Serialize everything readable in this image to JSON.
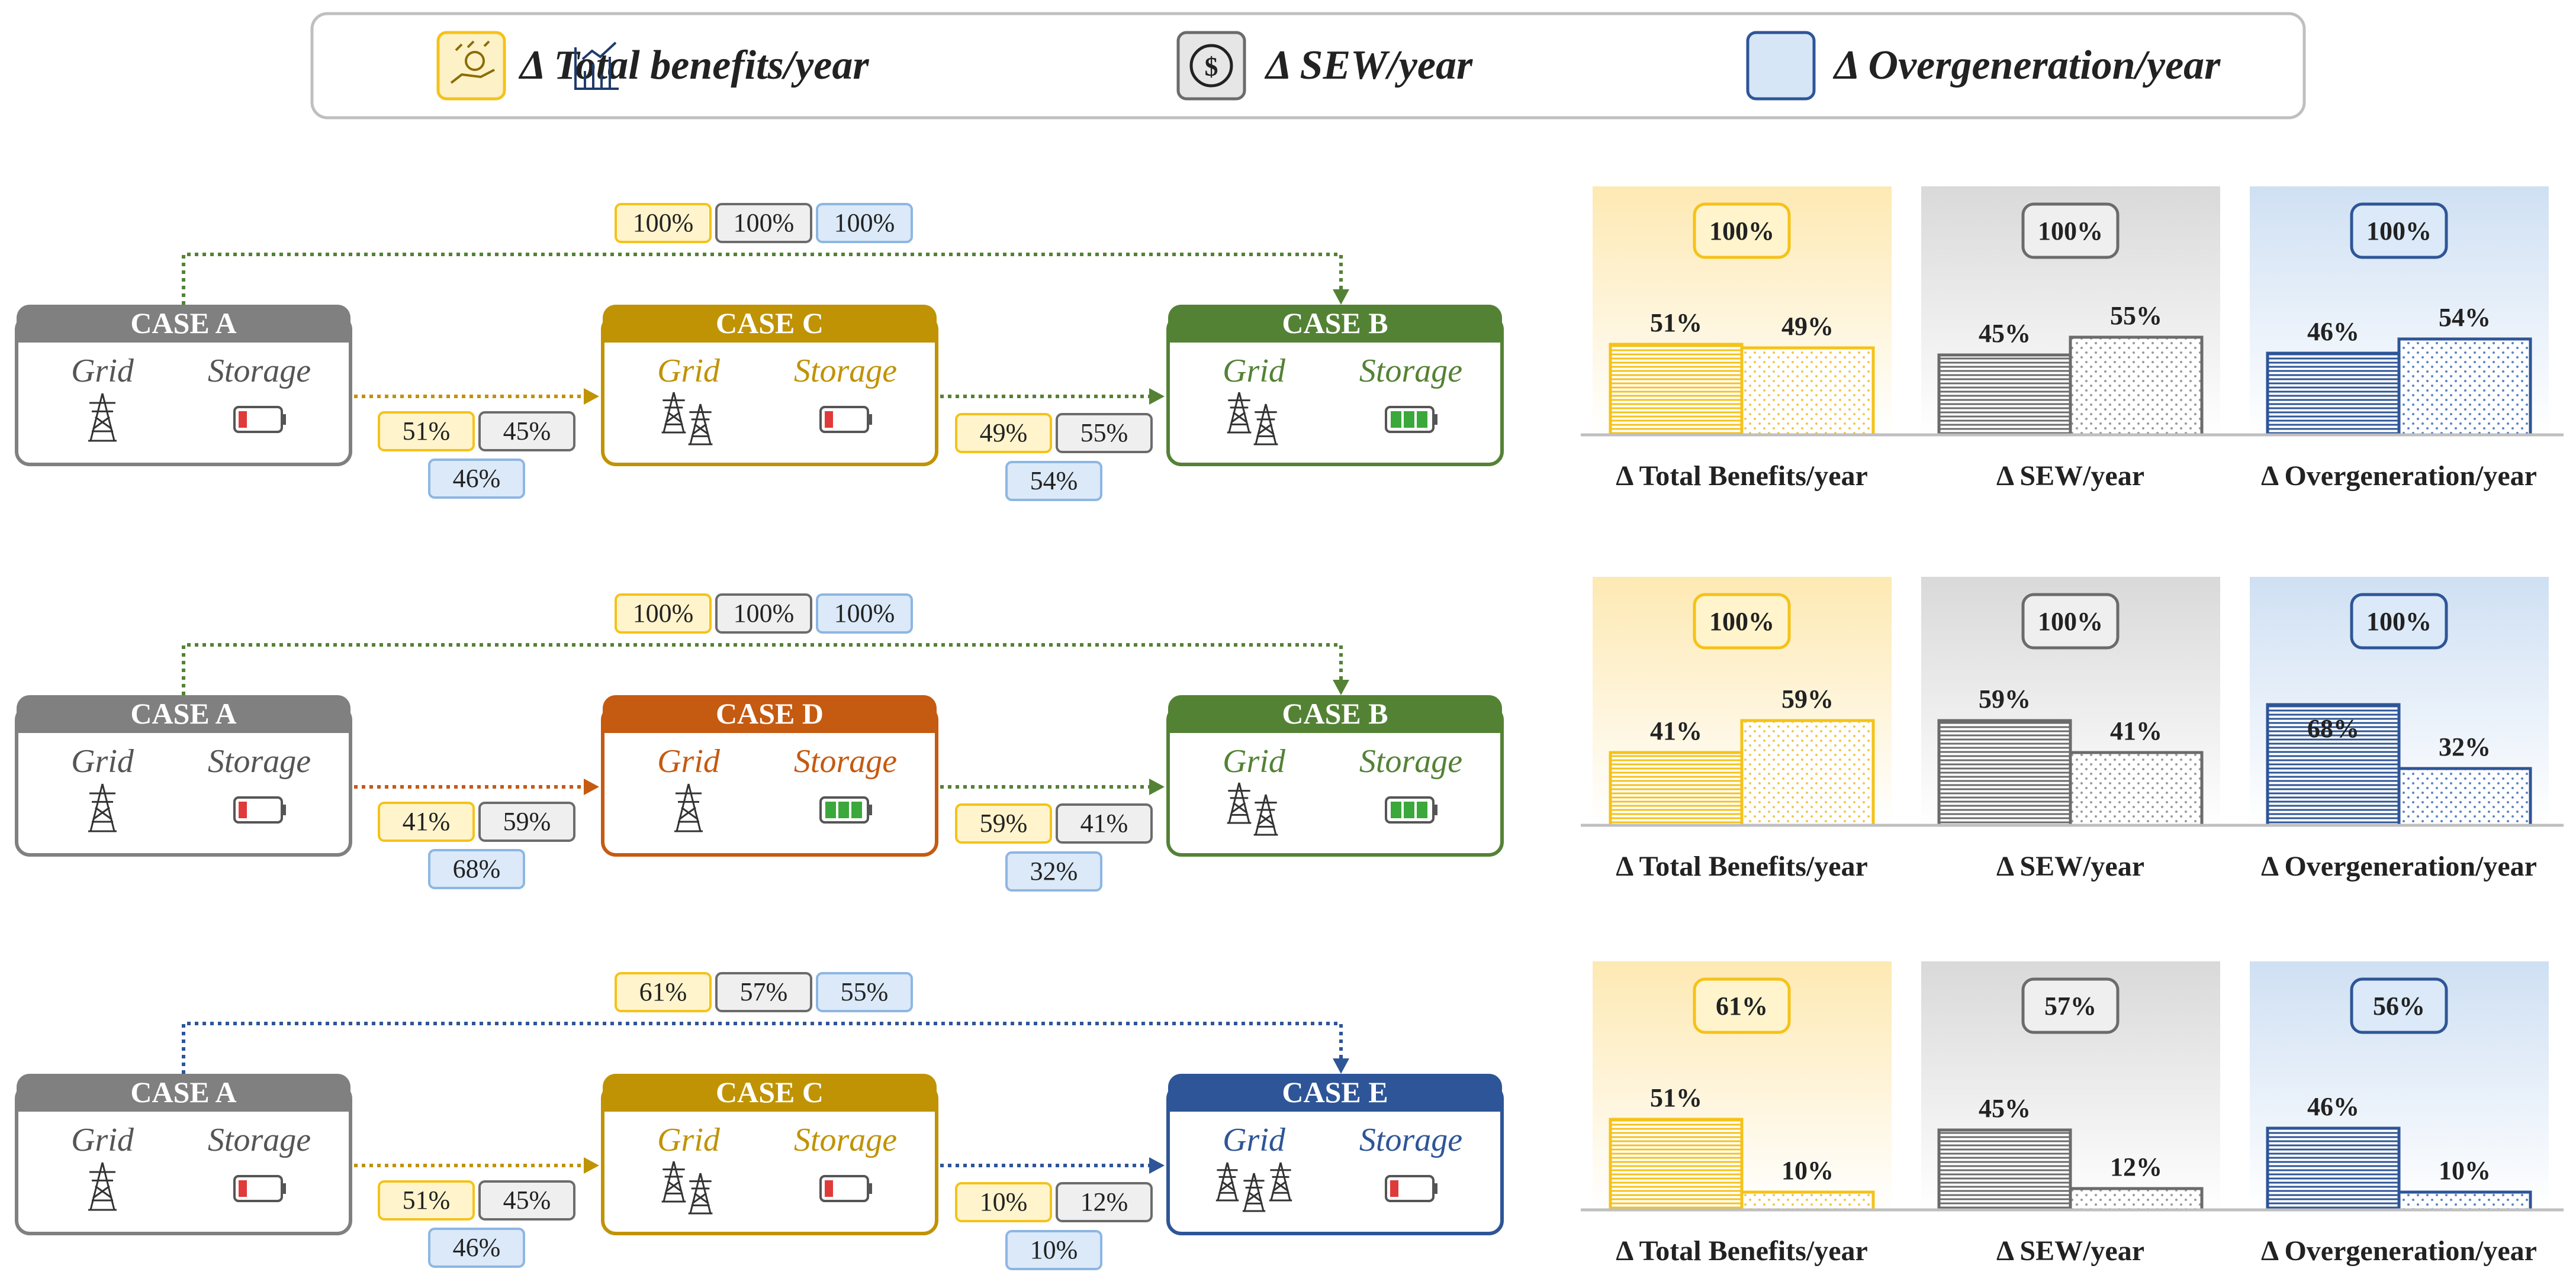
{
  "legend": [
    {
      "label": "Δ Total benefits/year",
      "icon": "benefits-icon",
      "fill": "#fdf1c8",
      "stroke": "#f5c218"
    },
    {
      "label": "Δ SEW/year",
      "icon": "dollar-icon",
      "fill": "#e6e6e6",
      "stroke": "#6b6b6b"
    },
    {
      "label": "Δ Overgeneration/year",
      "icon": "overgeneration-chart-icon",
      "fill": "#d7e6f6",
      "stroke": "#2e5597"
    }
  ],
  "colors": {
    "yellow": "#f5c218",
    "yellow_fill": "#fff4cc",
    "gray": "#6b6b6b",
    "gray_fill": "#efefef",
    "blue": "#2e5597",
    "blue_fill": "#dbe9f8",
    "blue_border": "#8db6e3",
    "case_a": "#808080",
    "case_c": "#c09304",
    "case_d": "#c55a11",
    "case_b": "#548235",
    "case_e": "#2e5597",
    "battery_red": "#e03a3a",
    "battery_green": "#3aa83a"
  },
  "scenarios": [
    {
      "left_case": {
        "name": "CASE A",
        "grid": "Grid",
        "storage": "Storage",
        "color": "#808080",
        "battery": "low"
      },
      "mid_case": {
        "name": "CASE C",
        "grid": "Grid",
        "storage": "Storage",
        "color": "#c09304",
        "battery": "low"
      },
      "right_case": {
        "name": "CASE B",
        "grid": "Grid",
        "storage": "Storage",
        "color": "#548235",
        "battery": "full"
      },
      "top_labels": [
        "100%",
        "100%",
        "100%"
      ],
      "arrow1_labels": [
        "51%",
        "45%",
        "46%"
      ],
      "arrow2_labels": [
        "49%",
        "55%",
        "54%"
      ],
      "bars": {
        "total": {
          "pct": "100%",
          "values": [
            51,
            49
          ],
          "labels": [
            "51%",
            "49%"
          ]
        },
        "sew": {
          "pct": "100%",
          "values": [
            45,
            55
          ],
          "labels": [
            "45%",
            "55%"
          ]
        },
        "overgen": {
          "pct": "100%",
          "values": [
            46,
            54
          ],
          "labels": [
            "46%",
            "54%"
          ]
        }
      }
    },
    {
      "left_case": {
        "name": "CASE A",
        "grid": "Grid",
        "storage": "Storage",
        "color": "#808080",
        "battery": "low"
      },
      "mid_case": {
        "name": "CASE D",
        "grid": "Grid",
        "storage": "Storage",
        "color": "#c55a11",
        "battery": "full"
      },
      "right_case": {
        "name": "CASE B",
        "grid": "Grid",
        "storage": "Storage",
        "color": "#548235",
        "battery": "full"
      },
      "top_labels": [
        "100%",
        "100%",
        "100%"
      ],
      "arrow1_labels": [
        "41%",
        "59%",
        "68%"
      ],
      "arrow2_labels": [
        "59%",
        "41%",
        "32%"
      ],
      "bars": {
        "total": {
          "pct": "100%",
          "values": [
            41,
            59
          ],
          "labels": [
            "41%",
            "59%"
          ]
        },
        "sew": {
          "pct": "100%",
          "values": [
            59,
            41
          ],
          "labels": [
            "59%",
            "41%"
          ]
        },
        "overgen": {
          "pct": "100%",
          "values": [
            68,
            32
          ],
          "labels": [
            "68%",
            "32%"
          ]
        }
      }
    },
    {
      "left_case": {
        "name": "CASE A",
        "grid": "Grid",
        "storage": "Storage",
        "color": "#808080",
        "battery": "low"
      },
      "mid_case": {
        "name": "CASE C",
        "grid": "Grid",
        "storage": "Storage",
        "color": "#c09304",
        "battery": "low"
      },
      "right_case": {
        "name": "CASE E",
        "grid": "Grid",
        "storage": "Storage",
        "color": "#2e5597",
        "battery": "low"
      },
      "top_labels": [
        "61%",
        "57%",
        "55%"
      ],
      "arrow1_labels": [
        "51%",
        "45%",
        "46%"
      ],
      "arrow2_labels": [
        "10%",
        "12%",
        "10%"
      ],
      "bars": {
        "total": {
          "pct": "61%",
          "values": [
            51,
            10
          ],
          "labels": [
            "51%",
            "10%"
          ]
        },
        "sew": {
          "pct": "57%",
          "values": [
            45,
            12
          ],
          "labels": [
            "45%",
            "12%"
          ]
        },
        "overgen": {
          "pct": "56%",
          "values": [
            46,
            10
          ],
          "labels": [
            "46%",
            "10%"
          ]
        }
      }
    }
  ],
  "xlabels": [
    "Δ Total Benefits/year",
    "Δ SEW/year",
    "Δ Overgeneration/year"
  ]
}
